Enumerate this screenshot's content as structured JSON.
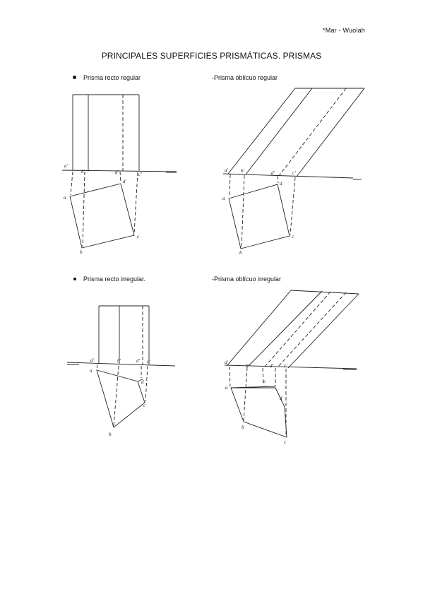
{
  "header": {
    "author": "*Mar - Wuolah"
  },
  "document": {
    "title": "PRINCIPALES SUPERFICIES PRISMÁTICAS. PRISMAS"
  },
  "captions": {
    "recto_regular": "Prisma recto regular",
    "oblicuo_regular": "-Prisma oblícuo regular",
    "recto_irregular": "Prisma recto irregular.",
    "oblicuo_irregular": "-Prisma oblícuo irregular"
  },
  "labels": {
    "fig1": {
      "a1": "a'",
      "b1": "b'",
      "d1": "d'",
      "c1": "c'",
      "a": "a",
      "b": "b",
      "c": "c",
      "d": "d"
    },
    "fig2": {
      "a1": "a'",
      "b1": "b'",
      "d1": "d'",
      "c1": "c'",
      "a": "a",
      "b": "b",
      "c": "c",
      "d": "d"
    },
    "fig3": {
      "a1": "a'",
      "b1": "b'",
      "d1": "d'",
      "c1": "c'",
      "a": "a",
      "b": "b",
      "c": "c",
      "d": "d"
    },
    "fig4": {
      "a1": "a'",
      "b1": "b'",
      "d1": "d'",
      "c1": "c'",
      "a": "a",
      "b": "b",
      "c": "c",
      "d": "d",
      "e": "e"
    }
  }
}
